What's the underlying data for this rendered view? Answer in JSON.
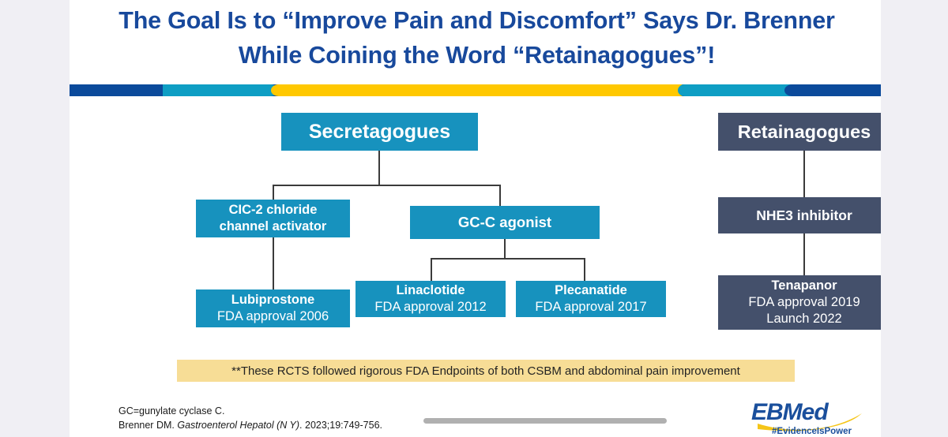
{
  "slide": {
    "title": "The Goal Is to “Improve Pain and Discomfort” Says Dr. Brenner While Coining the Word “Retainagogues”!",
    "title_color": "#18499c",
    "background": "#ffffff",
    "page_background": "#f0eff4"
  },
  "accent_bar": {
    "colors": {
      "dark_blue": "#0b4a9b",
      "teal": "#0e9ec4",
      "yellow": "#ffc800"
    },
    "segments": [
      "dark-blue",
      "teal",
      "yellow",
      "teal",
      "dark-blue"
    ]
  },
  "diagram": {
    "colors": {
      "teal_node": "#1792be",
      "slate_node": "#44506b",
      "connector": "#3b3b3b",
      "node_text": "#ffffff"
    },
    "left_tree": {
      "root": {
        "label": "Secretagogues"
      },
      "branch_clc2": {
        "line1": "CIC-2 chloride",
        "line2": "channel activator"
      },
      "branch_gcc": {
        "label": "GC-C agonist"
      },
      "leaf_lubiprostone": {
        "name": "Lubiprostone",
        "detail": "FDA approval 2006"
      },
      "leaf_linaclotide": {
        "name": "Linaclotide",
        "detail": "FDA approval 2012"
      },
      "leaf_plecanatide": {
        "name": "Plecanatide",
        "detail": "FDA approval 2017"
      }
    },
    "right_tree": {
      "root": {
        "label": "Retainagogues"
      },
      "branch_nhe3": {
        "label": "NHE3 inhibitor"
      },
      "leaf_tenapanor": {
        "name": "Tenapanor",
        "detail1": "FDA approval 2019",
        "detail2": "Launch 2022"
      }
    }
  },
  "footnote": {
    "text": "**These RCTS followed rigorous FDA Endpoints of both CSBM and abdominal pain improvement",
    "background": "#f7dd96"
  },
  "citation": {
    "abbreviation": "GC=gunylate cyclase C.",
    "author": "Brenner DM.",
    "journal": "Gastroenterol Hepatol (N Y)",
    "reference": ". 2023;19:749-756."
  },
  "logo": {
    "primary_text": "EBMed",
    "tagline": "#EvidenceIsPower",
    "primary_color": "#1a4f9c",
    "swoosh_color": "#f5c518"
  }
}
